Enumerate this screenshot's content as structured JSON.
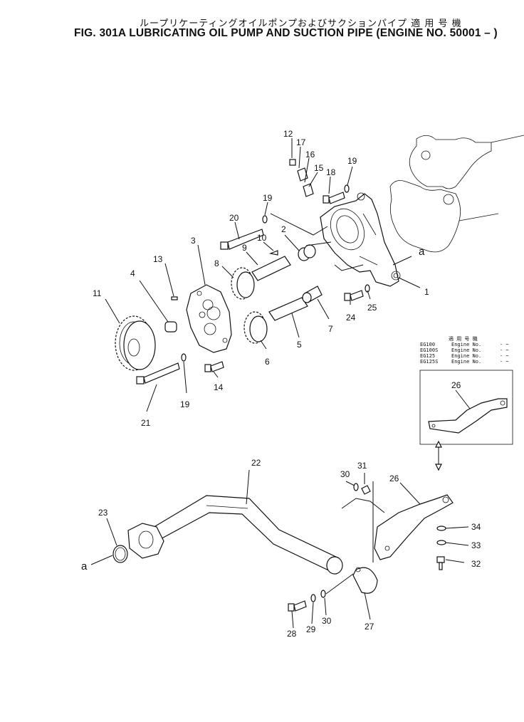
{
  "header": {
    "title_jp": "ループリケーティングオイルポンプおよびサクションパイプ 適 用 号 機",
    "title_en": "FIG. 301A  LUBRICATING OIL PUMP AND SUCTION PIPE (ENGINE NO. 50001 – )"
  },
  "callouts": [
    "1",
    "2",
    "3",
    "4",
    "5",
    "6",
    "7",
    "8",
    "9",
    "10",
    "11",
    "12",
    "13",
    "14",
    "15",
    "16",
    "17",
    "18",
    "19",
    "20",
    "21",
    "22",
    "23",
    "24",
    "25",
    "26",
    "27",
    "28",
    "29",
    "30",
    "31",
    "32",
    "33",
    "34"
  ],
  "connector_label": "a",
  "applicability_table": {
    "heading": "適 用 号 機",
    "rows": [
      {
        "model": "EG100",
        "engine": "Engine No.",
        "range": "- ~"
      },
      {
        "model": "EG100S",
        "engine": "Engine No.",
        "range": "- ~"
      },
      {
        "model": "EG125",
        "engine": "Engine No.",
        "range": "- ~"
      },
      {
        "model": "EG125S",
        "engine": "Engine No.",
        "range": "- ~"
      }
    ]
  }
}
